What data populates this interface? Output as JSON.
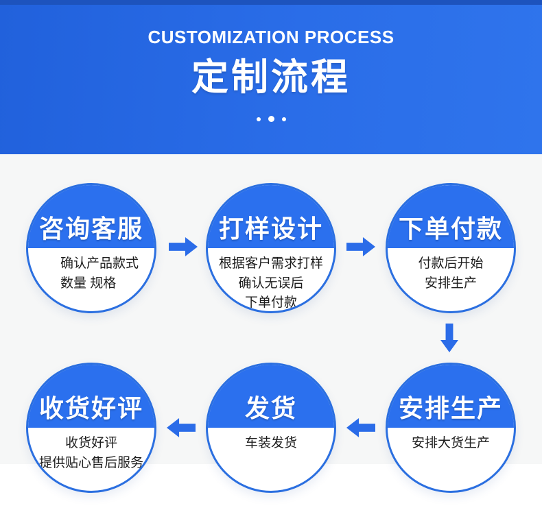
{
  "banner": {
    "subtitle": "CUSTOMIZATION PROCESS",
    "title": "定制流程"
  },
  "colors": {
    "banner_blue": "#2a6de8",
    "banner_top_strip": "#1d53bd",
    "circle_blue": "#2b70ee",
    "circle_ring": "#2b6fe0",
    "arrow_blue": "#2b6ce8",
    "content_background": "#f6f7f7",
    "text_dark": "#1e1e1e",
    "text_light": "#ffffff"
  },
  "steps": [
    {
      "title": "咨询客服",
      "desc_lines": [
        "确认产品款式",
        "数量 规格"
      ]
    },
    {
      "title": "打样设计",
      "desc_lines": [
        "根据客户需求打样",
        "确认无误后",
        "下单付款"
      ]
    },
    {
      "title": "下单付款",
      "desc_lines": [
        "付款后开始",
        "安排生产"
      ]
    },
    {
      "title": "安排生产",
      "desc_lines": [
        "安排大货生产"
      ]
    },
    {
      "title": "发货",
      "desc_lines": [
        "车装发货"
      ]
    },
    {
      "title": "收货好评",
      "desc_lines": [
        "收货好评",
        "提供贴心售后服务"
      ]
    }
  ]
}
